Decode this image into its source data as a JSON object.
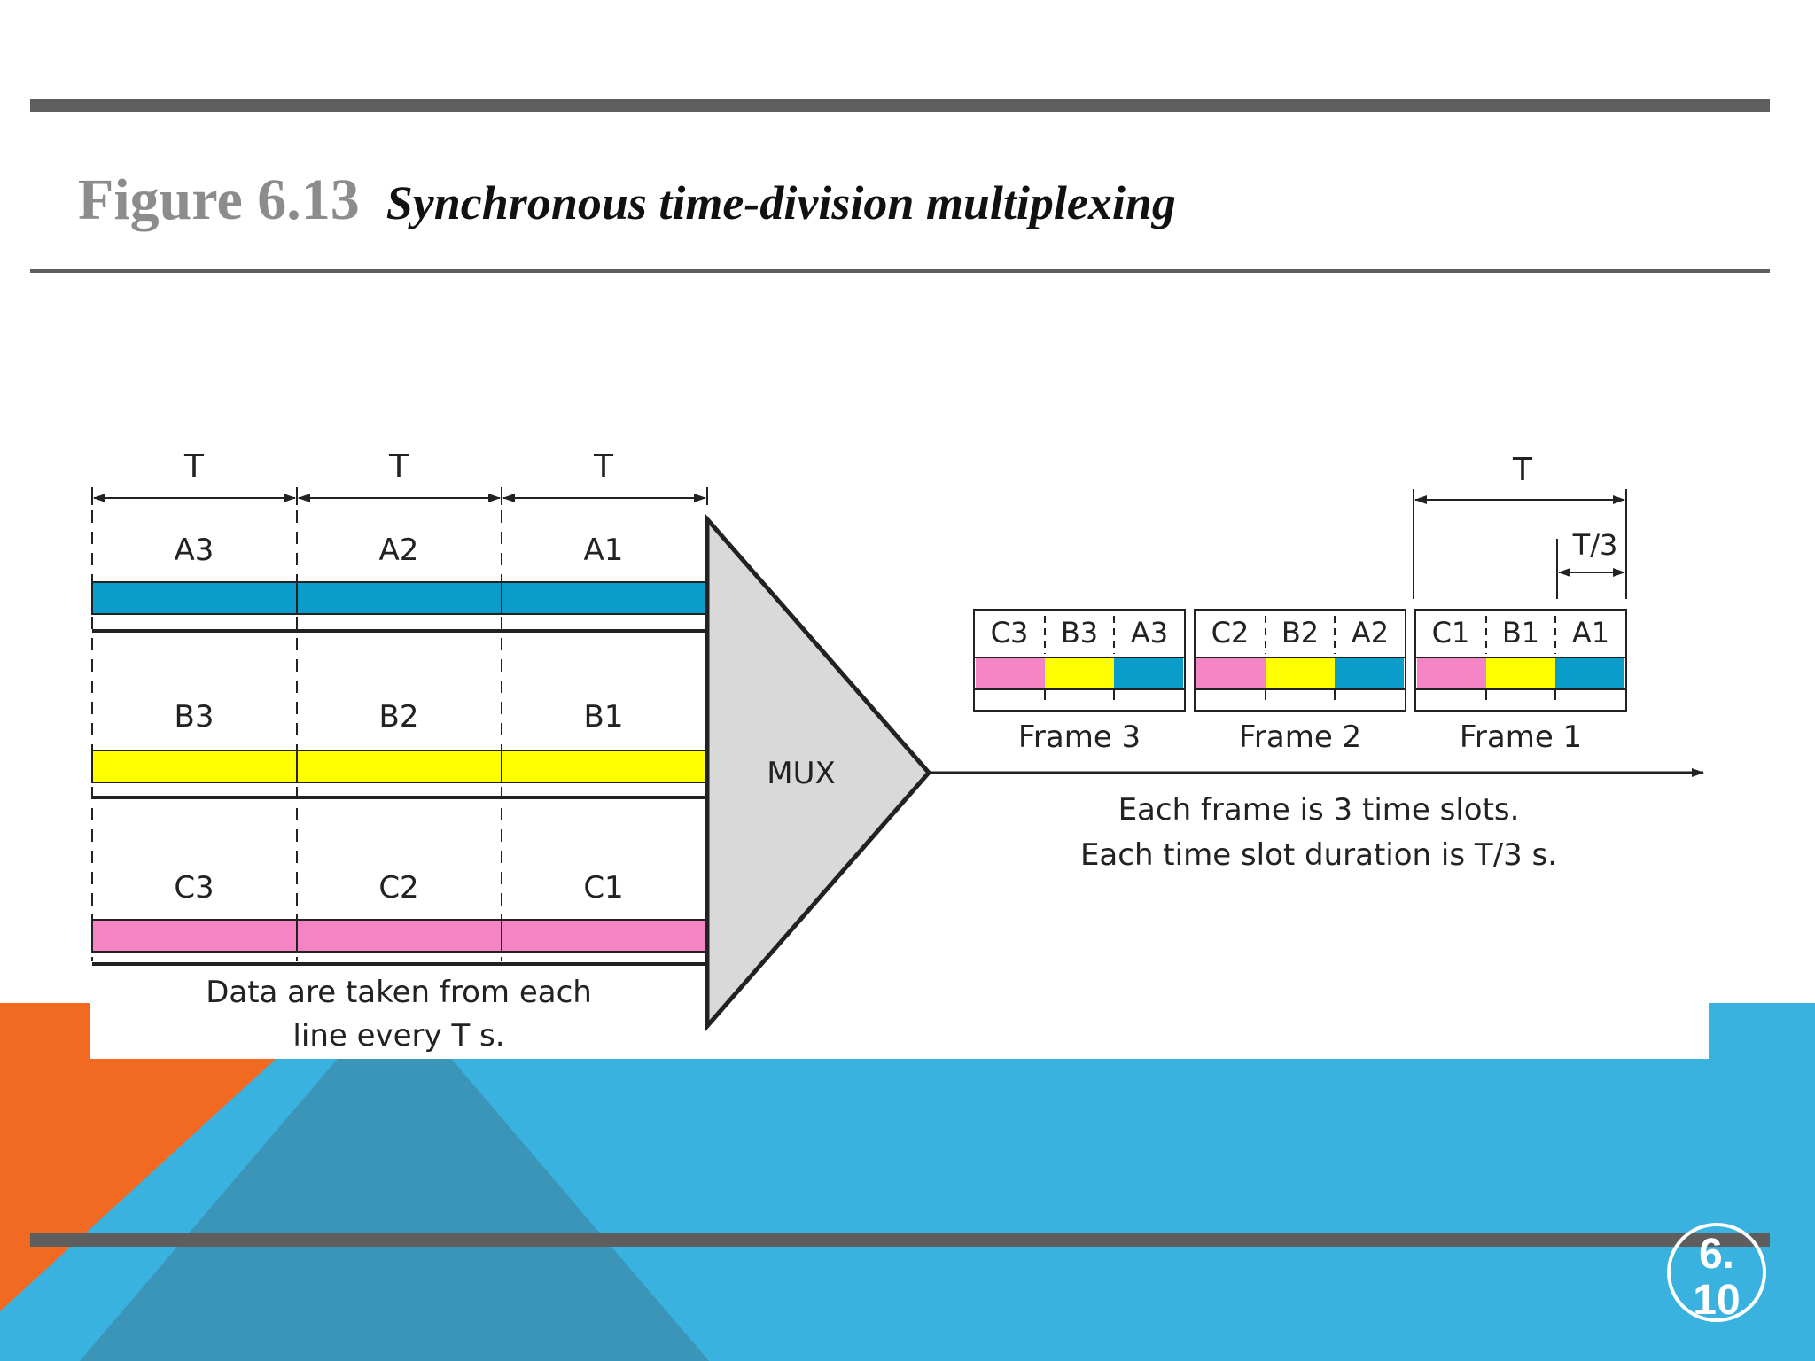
{
  "slide": {
    "figure_number": "Figure 6.13",
    "figure_caption": "Synchronous time-division multiplexing",
    "slide_number": "6.10"
  },
  "colors": {
    "orange": "#f26a21",
    "sky_blue": "#3ab2e0",
    "steel_blue": "#3a95b8",
    "rule_gray": "#5e5e5e",
    "line_a": "#0b9dc9",
    "line_b": "#ffff00",
    "line_c": "#f584c4",
    "mux_fill": "#d9d9d9"
  },
  "diagram": {
    "period_labels": [
      "T",
      "T",
      "T"
    ],
    "lines": [
      {
        "units": [
          "A3",
          "A2",
          "A1"
        ],
        "color": "line_a"
      },
      {
        "units": [
          "B3",
          "B2",
          "B1"
        ],
        "color": "line_b"
      },
      {
        "units": [
          "C3",
          "C2",
          "C1"
        ],
        "color": "line_c"
      }
    ],
    "input_caption": [
      "Data are taken from each",
      "line every T s."
    ],
    "mux_label": "MUX",
    "frames": [
      {
        "name": "Frame 3",
        "slots": [
          "C3",
          "B3",
          "A3"
        ]
      },
      {
        "name": "Frame 2",
        "slots": [
          "C2",
          "B2",
          "A2"
        ]
      },
      {
        "name": "Frame 1",
        "slots": [
          "C1",
          "B1",
          "A1"
        ]
      }
    ],
    "frame_period_label": "T",
    "slot_duration_label": "T/3",
    "output_caption": [
      "Each frame is 3 time slots.",
      "Each time slot duration is T/3 s."
    ]
  }
}
